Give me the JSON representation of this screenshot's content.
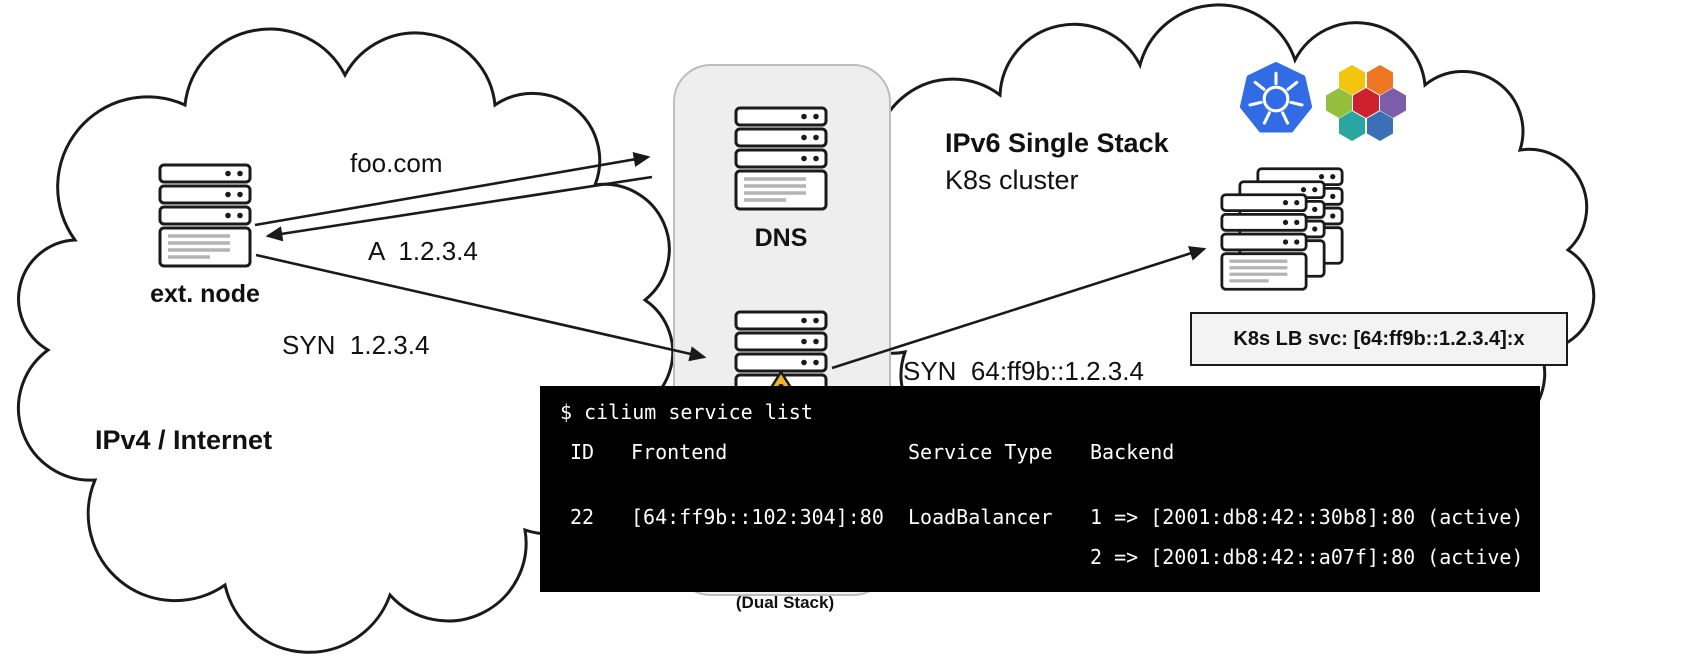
{
  "left_cloud": {
    "region": "IPv4 / Internet",
    "node": "ext. node"
  },
  "middle": {
    "dns": "DNS",
    "footnote": "(Dual Stack)"
  },
  "right_cloud": {
    "title": "IPv6 Single Stack",
    "subtitle": "K8s cluster",
    "lb_badge": "K8s LB svc: [64:ff9b::1.2.3.4]:x"
  },
  "flows": {
    "dns_query": "foo.com",
    "dns_reply": "A  1.2.3.4",
    "syn_ipv4": "SYN  1.2.3.4",
    "syn_ipv6": "SYN  64:ff9b::1.2.3.4"
  },
  "terminal": {
    "command": "$ cilium service list",
    "headers": [
      "ID",
      "Frontend",
      "Service Type",
      "Backend"
    ],
    "rows": [
      {
        "id": "22",
        "frontend": "[64:ff9b::102:304]:80",
        "service_type": "LoadBalancer",
        "backends": [
          "1 => [2001:db8:42::30b8]:80 (active)",
          "2 => [2001:db8:42::a07f]:80 (active)"
        ]
      }
    ]
  },
  "colors": {
    "kubernetes_blue": "#326ce5",
    "warning_yellow": "#f0b429",
    "outline_black": "#1a1a1a",
    "terminal_bg": "#000000",
    "terminal_fg": "#ffffff",
    "cilium_hex": [
      "#f2c40d",
      "#ee7623",
      "#94bf3c",
      "#cf2030",
      "#7b5ea7",
      "#2aa5a0",
      "#3b6fb6"
    ]
  }
}
